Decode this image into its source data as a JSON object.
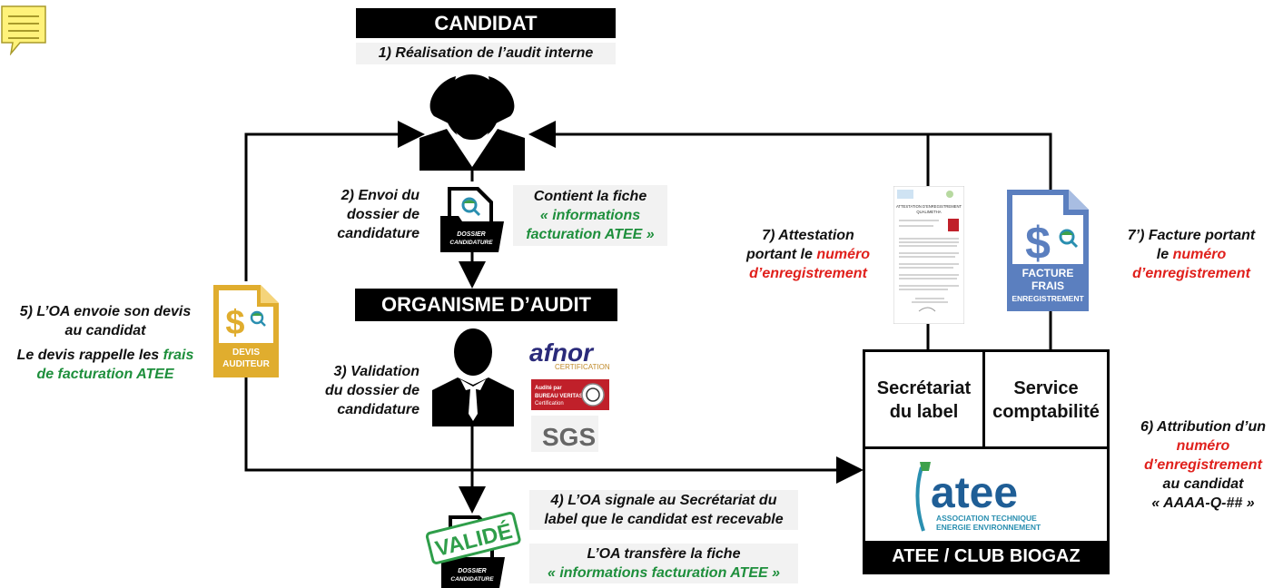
{
  "header_candidat": "CANDIDAT",
  "step1": "1) Réalisation de l’audit interne",
  "step2": [
    "2) Envoi du",
    "dossier de",
    "candidature"
  ],
  "note_fiche": {
    "line1": "Contient la fiche",
    "line2": "« informations",
    "line3": "facturation ATEE »"
  },
  "doc_label": [
    "DOSSIER",
    "CANDIDATURE"
  ],
  "header_oa": "ORGANISME D’AUDIT",
  "step3": [
    "3) Validation",
    "du dossier de",
    "candidature"
  ],
  "logos": {
    "afnor": "afnor",
    "afnor_sub": "CERTIFICATION",
    "bv_line1": "Audité par",
    "bv_line2": "BUREAU VERITAS",
    "bv_line3": "Certification",
    "sgs": "SGS"
  },
  "step4": [
    "4) L’OA signale au Secrétariat du",
    "label que le candidat est recevable"
  ],
  "valide_stamp": "VALIDÉ",
  "transfer": {
    "line1": "L’OA transfère la fiche",
    "line2": "« informations facturation ATEE »"
  },
  "step5": {
    "line1": "5) L’OA envoie son devis",
    "line2": "au candidat",
    "line3": "Le devis rappelle les",
    "frais": "frais",
    "line4": "de facturation ATEE"
  },
  "devis_doc": [
    "DEVIS",
    "AUDITEUR"
  ],
  "step7": {
    "line1": "7) Attestation",
    "line2a": "portant le",
    "line2b": "numéro",
    "line3": "d’enregistrement"
  },
  "attestation_doc": {
    "title1": "ATTESTATION D’ENREGISTREMENT",
    "title2": "QUALIMETHA"
  },
  "facture_doc": [
    "FACTURE",
    "FRAIS",
    "ENREGISTREMENT"
  ],
  "step7p": {
    "line1": "7’) Facture portant",
    "line2a": "le",
    "line2b": "numéro",
    "line3": "d’enregistrement"
  },
  "atee_box": {
    "cell_left": [
      "Secrétariat",
      "du label"
    ],
    "cell_right": [
      "Service",
      "comptabilité"
    ],
    "logo": "atee",
    "logo_sub1": "ASSOCIATION TECHNIQUE",
    "logo_sub2": "ENERGIE ENVIRONNEMENT",
    "footer": "ATEE / CLUB BIOGAZ"
  },
  "step6": {
    "line1": "6) Attribution d’un",
    "line2": "numéro",
    "line3": "d’enregistrement",
    "line4": "au candidat",
    "line5": "« AAAA-Q-## »"
  },
  "colors": {
    "green": "#1e8f3c",
    "red": "#e0201c",
    "gold": "#e0ad2e",
    "blue": "#5b7fbf",
    "note": "#fff27a"
  }
}
